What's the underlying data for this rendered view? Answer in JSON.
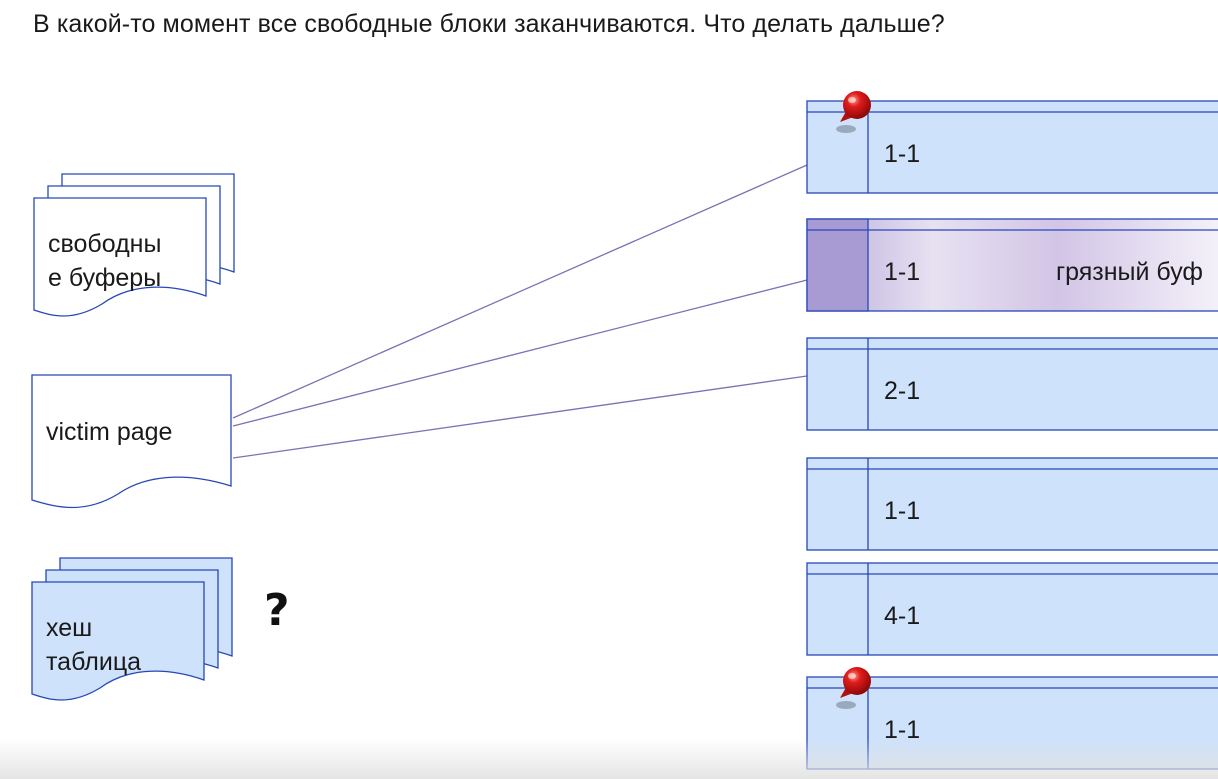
{
  "slide": {
    "heading": "В какой-то момент все свободные блоки заканчиваются. Что делать дальше?"
  },
  "docs": {
    "free_buffers": "свободны\nе буферы",
    "victim_page": "victim page",
    "hash_table": "хеш\nтаблица"
  },
  "question_mark": "?",
  "buffers": [
    {
      "label": "1-1",
      "pinned": true,
      "dirty": false
    },
    {
      "label": "1-1",
      "pinned": false,
      "dirty": true,
      "dirty_label": "грязный буф"
    },
    {
      "label": "2-1",
      "pinned": false,
      "dirty": false
    },
    {
      "label": "1-1",
      "pinned": false,
      "dirty": false
    },
    {
      "label": "4-1",
      "pinned": false,
      "dirty": false
    },
    {
      "label": "1-1",
      "pinned": true,
      "dirty": false
    }
  ],
  "colors": {
    "buffer_fill": "#cfe2fb",
    "buffer_stroke": "#2747b8",
    "dirty_fill": "#a89bd4",
    "doc_fill": "#cfe2fb",
    "link_line": "#7b72b5",
    "pin_red": "#d41414"
  },
  "icons": {
    "pin": "push-pin-icon"
  }
}
